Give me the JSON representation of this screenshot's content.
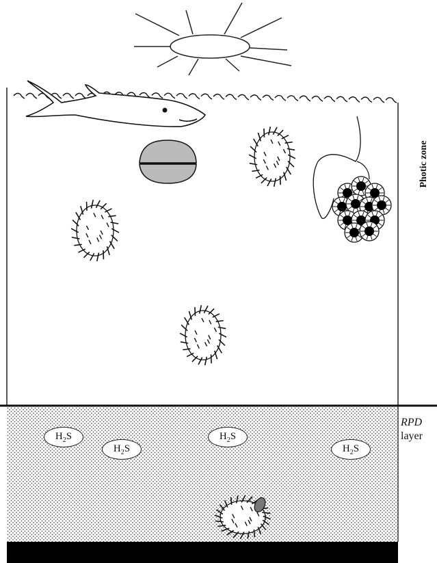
{
  "labels": {
    "photic_zone": "Photic zone",
    "rpd_line1": "RPD",
    "rpd_line2": "layer"
  },
  "chemicals": [
    "H2S",
    "H2S",
    "H2S",
    "H2S"
  ],
  "colors": {
    "line": "#111111",
    "sediment_dots": "#555555",
    "bottom_layer": "#000000",
    "diatom_fill": "#bbbbbb"
  },
  "icons": [
    "sun-icon",
    "fish-icon",
    "diatom-icon",
    "spiny-cell-icon",
    "cell-colony-icon"
  ]
}
